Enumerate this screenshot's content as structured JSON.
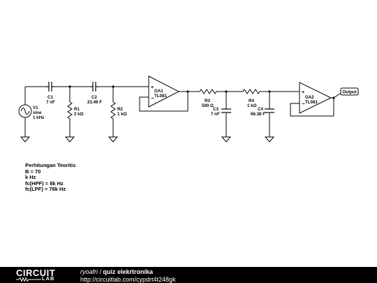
{
  "components": {
    "c1": {
      "name": "C1",
      "value": "7 nF"
    },
    "r1": {
      "name": "R1",
      "value": "2 kΩ"
    },
    "c2": {
      "name": "C2",
      "value": "23.49 F"
    },
    "r2": {
      "name": "R2",
      "value": "1 kΩ"
    },
    "v1": {
      "name": "V1",
      "type": "sine",
      "value": "1 kHz"
    },
    "oa1": {
      "name": "OA1",
      "model": "TL081"
    },
    "r3": {
      "name": "R3",
      "value": "500 Ω"
    },
    "c3": {
      "name": "C3",
      "value": "7 nF"
    },
    "r4": {
      "name": "R4",
      "value": "1 kΩ"
    },
    "c4": {
      "name": "C4",
      "value": "66.38 F"
    },
    "oa2": {
      "name": "OA2",
      "model": "TL081"
    },
    "output": {
      "label": "Output"
    }
  },
  "notes": {
    "title": "Perhitungan Teoritis",
    "line1": "B = 70",
    "line2": "k Hz",
    "line3": "fc(HPF) = 8k Hz",
    "line4": "fc(LPF) = 78k Hz"
  },
  "footer": {
    "brand_top": "CIRCUIT",
    "brand_bottom": "LAB",
    "author": "ryoafri",
    "separator": " / ",
    "title": "quiz elekrtronika",
    "url": "http://circuitlab.com/cypdrt4t248gk"
  }
}
